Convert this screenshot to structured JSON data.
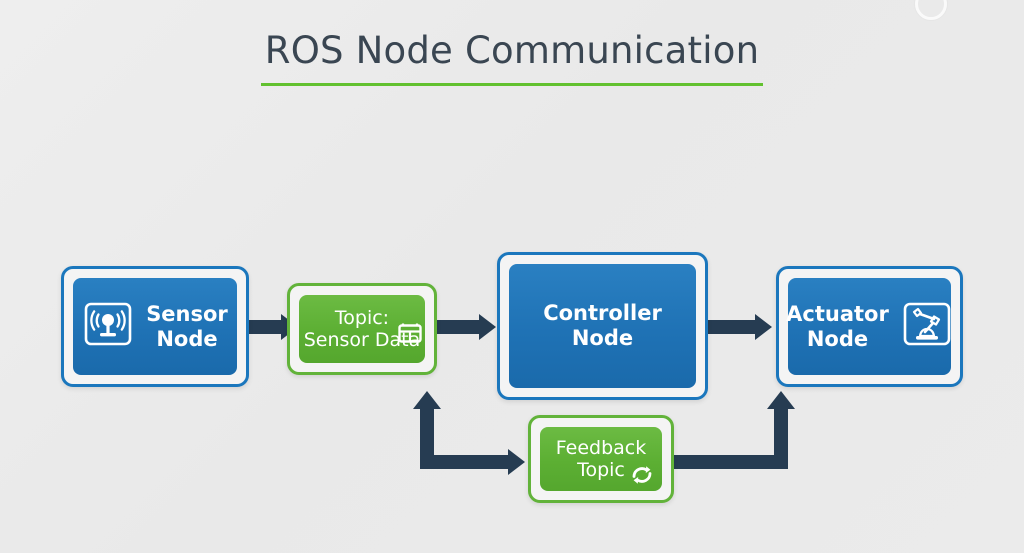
{
  "page": {
    "title": "ROS Node Communication",
    "background_color": "#ececec",
    "accent_underline_color": "#62c12f"
  },
  "colors": {
    "node_blue": "#1f72b5",
    "node_blue_border": "#1b77bd",
    "topic_green": "#5caf33",
    "topic_green_border": "#62b33a",
    "connector_navy": "#263c52",
    "text_white": "#ffffff",
    "title_text": "#3a4652"
  },
  "diagram": {
    "type": "flow-diagram",
    "nodes": [
      {
        "id": "sensor-node",
        "label": "Sensor\nNode",
        "kind": "node",
        "color": "#1f72b5",
        "icon": "sensor-broadcast-icon",
        "icon_position": "left"
      },
      {
        "id": "topic-sensor-data",
        "label": "Topic:\nSensor Data",
        "kind": "topic",
        "color": "#5caf33",
        "icon": "database-table-icon",
        "icon_position": "inline-right"
      },
      {
        "id": "controller-node",
        "label": "Controller\nNode",
        "kind": "node",
        "color": "#1f72b5",
        "icon": null,
        "icon_position": null
      },
      {
        "id": "actuator-node",
        "label": "Actuator\nNode",
        "kind": "node",
        "color": "#1f72b5",
        "icon": "robot-arm-icon",
        "icon_position": "right"
      },
      {
        "id": "feedback-topic",
        "label": "Feedback\nTopic",
        "kind": "topic",
        "color": "#5caf33",
        "icon": "sync-refresh-icon",
        "icon_position": "inline-right"
      }
    ],
    "edges": [
      {
        "id": "edge-sensor-to-topic",
        "from": "sensor-node",
        "to": "topic-sensor-data",
        "style": "straight-right"
      },
      {
        "id": "edge-topic-to-controller",
        "from": "topic-sensor-data",
        "to": "controller-node",
        "style": "straight-right"
      },
      {
        "id": "edge-controller-to-actuator",
        "from": "controller-node",
        "to": "actuator-node",
        "style": "straight-right"
      },
      {
        "id": "edge-actuator-to-feedback",
        "from": "actuator-node",
        "to": "feedback-topic",
        "style": "elbow-down-left"
      },
      {
        "id": "edge-feedback-to-controller",
        "from": "feedback-topic",
        "to": "controller-node",
        "style": "elbow-left-up"
      }
    ]
  }
}
